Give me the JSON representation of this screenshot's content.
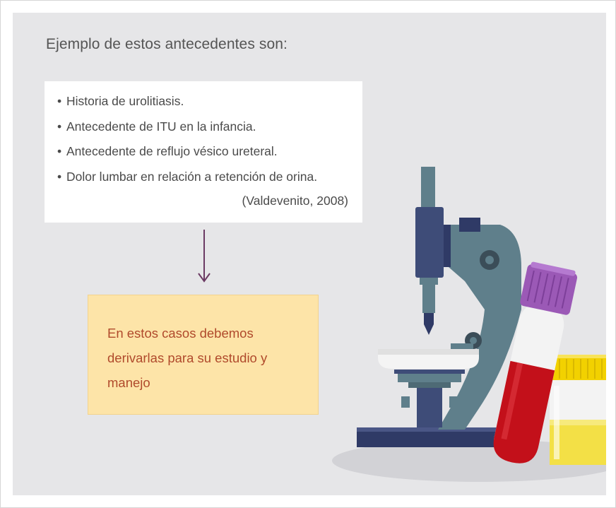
{
  "heading": "Ejemplo de estos antecedentes son:",
  "list": {
    "items": [
      "Historia de urolitiasis.",
      "Antecedente de ITU en la infancia.",
      "Antecedente de reflujo vésico ureteral.",
      "Dolor lumbar en relación a retención de orina."
    ],
    "bullet": "•",
    "citation": "(Valdevenito, 2008)"
  },
  "note": {
    "text": "En estos casos debemos derivarlas para su estudio y manejo"
  },
  "illustration": {
    "icons": [
      "microscope-icon",
      "blood-test-tube-icon",
      "urine-sample-cup-icon"
    ]
  },
  "colors": {
    "panel_bg": "#e6e6e8",
    "note_bg": "#fde4a8",
    "note_text": "#b04a2c",
    "arrow": "#6b3a63",
    "microscope_body": "#5f7f8b",
    "microscope_dark": "#3e4c78",
    "blood": "#c3101a",
    "tube_cap": "#9b59b6",
    "urine": "#f3e046"
  }
}
